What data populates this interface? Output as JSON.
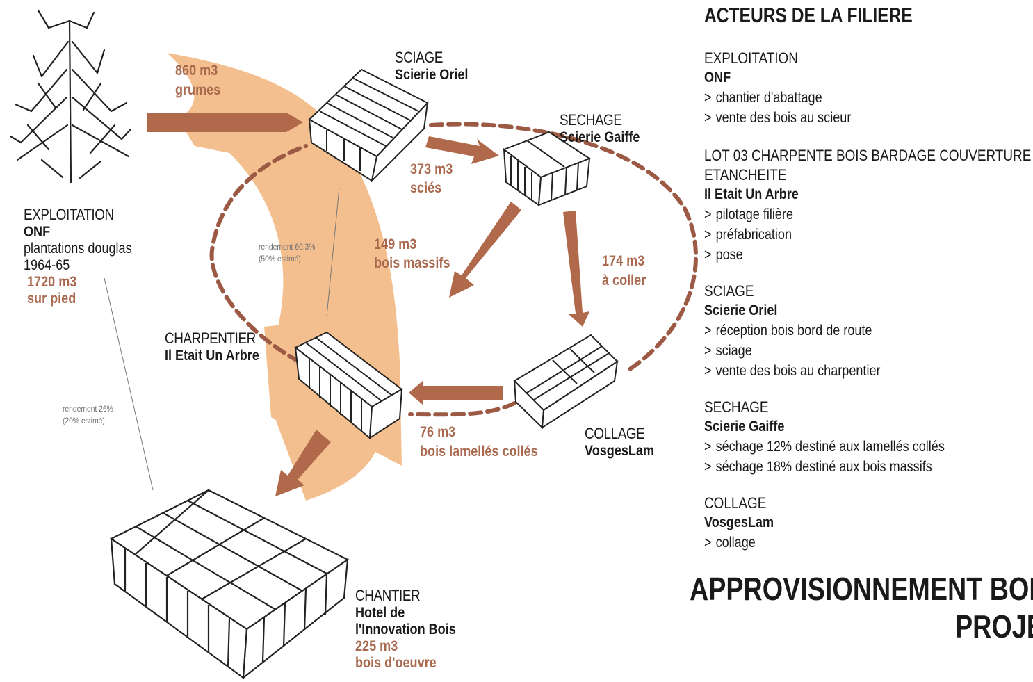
{
  "diagram": {
    "flows": {
      "grumes": {
        "qty": "860 m3",
        "label": "grumes"
      },
      "scies": {
        "qty": "373 m3",
        "label": "sciés"
      },
      "massifs": {
        "qty": "149 m3",
        "label": "bois massifs"
      },
      "coller": {
        "qty": "174 m3",
        "label": "à coller"
      },
      "lamelles": {
        "qty": "76 m3",
        "label": "bois lamellés collés"
      }
    },
    "nodes": {
      "exploitation": {
        "category": "EXPLOITATION",
        "name": "ONF",
        "desc1": "plantations douglas",
        "desc2": "1964-65",
        "qty": "1720 m3",
        "qty_label": "sur pied"
      },
      "sciage": {
        "category": "SCIAGE",
        "name": "Scierie Oriel"
      },
      "sechage": {
        "category": "SECHAGE",
        "name": "Scierie Gaiffe"
      },
      "charpentier": {
        "category": "CHARPENTIER",
        "name": "Il Etait Un Arbre"
      },
      "collage": {
        "category": "COLLAGE",
        "name": "VosgesLam"
      },
      "chantier": {
        "category": "CHANTIER",
        "name1": "Hotel de",
        "name2": "l'Innovation Bois",
        "qty": "225 m3",
        "qty_label": "bois d'oeuvre"
      }
    },
    "yields": {
      "inner": {
        "line1": "rendement 60.3%",
        "line2": "(50% estimé)"
      },
      "outer": {
        "line1": "rendement 26%",
        "line2": "(20% estimé)"
      }
    },
    "colors": {
      "arrow": "#b0694a",
      "band": "#f4bf8e",
      "dash": "#9c5a45",
      "qty": "#a8694f"
    }
  },
  "panel": {
    "title": "ACTEURS DE LA FILIERE",
    "sections": [
      {
        "category": "EXPLOITATION",
        "name": "ONF",
        "items": [
          "chantier d'abattage",
          "vente des bois au scieur"
        ]
      },
      {
        "category": "LOT 03 CHARPENTE BOIS BARDAGE COUVERTURE",
        "category2": "ETANCHEITE",
        "name": "Il Etait Un Arbre",
        "items": [
          "pilotage filière",
          "préfabrication",
          "pose"
        ]
      },
      {
        "category": "SCIAGE",
        "name": "Scierie Oriel",
        "items": [
          "réception bois bord de route",
          "sciage",
          "vente des bois au charpentier"
        ]
      },
      {
        "category": "SECHAGE",
        "name": "Scierie Gaiffe",
        "items": [
          "séchage 12% destiné aux lamellés collés",
          "séchage 18% destiné aux bois massifs"
        ]
      },
      {
        "category": "COLLAGE",
        "name": "VosgesLam",
        "items": [
          "collage"
        ]
      }
    ],
    "bullet": ">",
    "big_title_1": "APPROVISIONNEMENT BOI",
    "big_title_2": "PROJE"
  }
}
